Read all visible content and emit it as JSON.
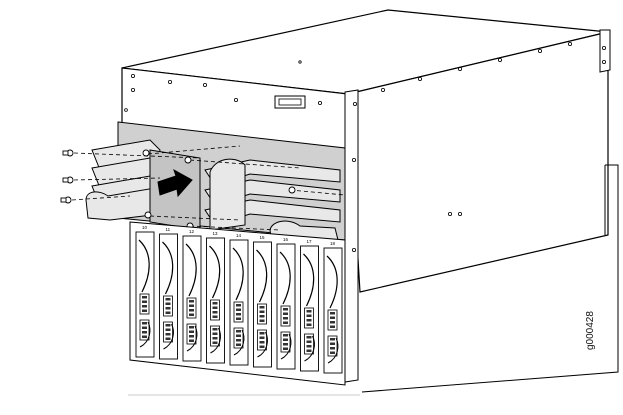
{
  "figure": {
    "id_label": "g000428",
    "slot_labels": [
      "10",
      "11",
      "12",
      "13",
      "14",
      "15",
      "16",
      "17",
      "18"
    ]
  }
}
